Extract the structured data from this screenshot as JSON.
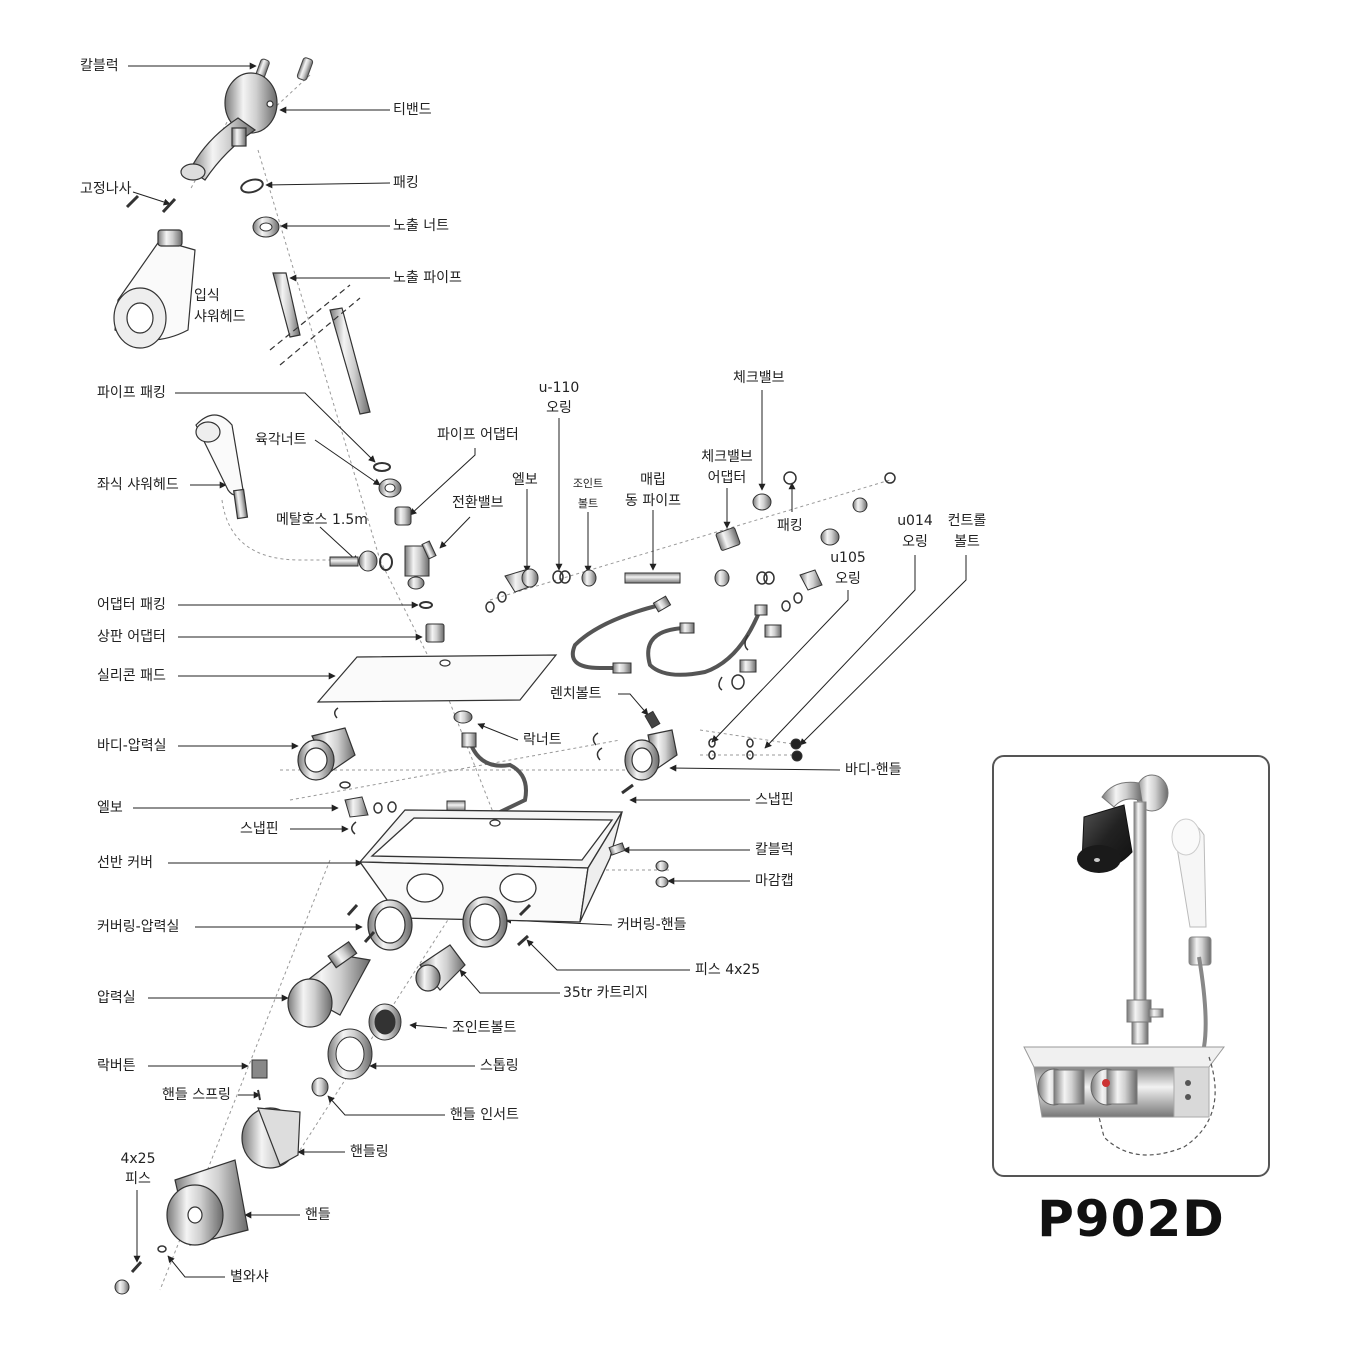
{
  "model": "P902D",
  "labels": {
    "kalbeulleok": "칼블럭",
    "tibendeu": "티밴드",
    "gojeongnasa": "고정나사",
    "paeking_top": "패킹",
    "nochul_neoteu": "노출 너트",
    "nochul_paipeu": "노출 파이프",
    "ipsik1": "입식",
    "ipsik2": "샤워헤드",
    "paipeu_paeking": "파이프 패킹",
    "yukgak_neoteu": "육각너트",
    "paipeu_eodaepteo": "파이프 어댑터",
    "u110_1": "u-110",
    "u110_2": "오링",
    "chekeu_top": "체크밸브",
    "jwasik": "좌식 샤워헤드",
    "elbo_top": "엘보",
    "joint1": "조인트",
    "joint2": "볼트",
    "maerip1": "매립",
    "maerip2": "동 파이프",
    "chekeu_ad1": "체크밸브",
    "chekeu_ad2": "어댑터",
    "paeking_mid": "패킹",
    "metal_hose": "메탈호스 1.5m",
    "jeonhwan": "전환밸브",
    "u014_1": "u014",
    "u014_2": "오링",
    "control1": "컨트롤",
    "control2": "볼트",
    "u105_1": "u105",
    "u105_2": "오링",
    "adapter_paeking": "어댑터 패킹",
    "sangpan": "상판 어댑터",
    "silicone": "실리콘 패드",
    "wrench": "렌치볼트",
    "body_ap": "바디-압력실",
    "rak_nut": "락너트",
    "body_handle": "바디-핸들",
    "elbo_low": "엘보",
    "snap_right": "스냅핀",
    "snap_left": "스냅핀",
    "cover": "선반 커버",
    "kalbeulleok_r": "칼블럭",
    "magam": "마감캡",
    "covering_ap": "커버링-압력실",
    "covering_h": "커버링-핸들",
    "pis_4x25": "피스 4x25",
    "cartridge": "35tr 카트리지",
    "apryeoksil": "압력실",
    "joint_bolt": "조인트볼트",
    "stop_ring": "스톱링",
    "rak_button": "락버튼",
    "handle_spring": "핸들 스프링",
    "handle_insert": "핸들 인서트",
    "pis1": "4x25",
    "pis2": "피스",
    "handle_ring": "핸들링",
    "handle": "핸들",
    "star_washer": "별와샤"
  }
}
